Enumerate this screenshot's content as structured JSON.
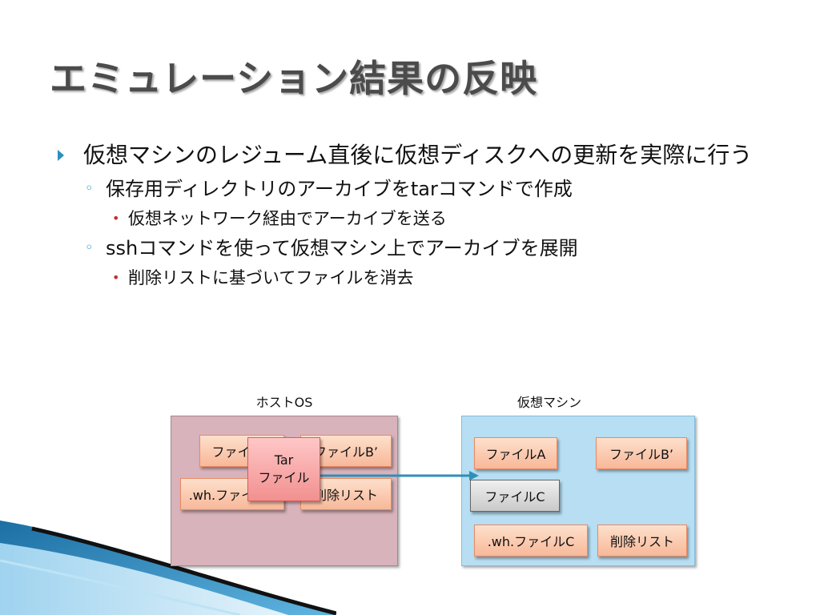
{
  "slide": {
    "title": "エミュレーション結果の反映",
    "accent_color": "#2a8fc4"
  },
  "bullets": {
    "b1": "仮想マシンのレジューム直後に仮想ディスクへの更新を実際に行う",
    "b1_1": "保存用ディレクトリのアーカイブをtarコマンドで作成",
    "b1_1_1": "仮想ネットワーク経由でアーカイブを送る",
    "b1_2": "sshコマンドを使って仮想マシン上でアーカイブを展開",
    "b1_2_1": "削除リストに基づいてファイルを消去"
  },
  "diagram": {
    "host_label": "ホストOS",
    "vm_label": "仮想マシン",
    "host_files": {
      "file_a": "ファイルA",
      "file_b": "ファイルB’",
      "wh_file": ".wh.ファイルC",
      "delete_list": "削除リスト"
    },
    "tar": {
      "line1": "Tar",
      "line2": "ファイル"
    },
    "vm_files": {
      "file_a": "ファイルA",
      "file_b": "ファイルB’",
      "file_c": "ファイルC",
      "wh_file": ".wh.ファイルC",
      "delete_list": "削除リスト"
    }
  }
}
